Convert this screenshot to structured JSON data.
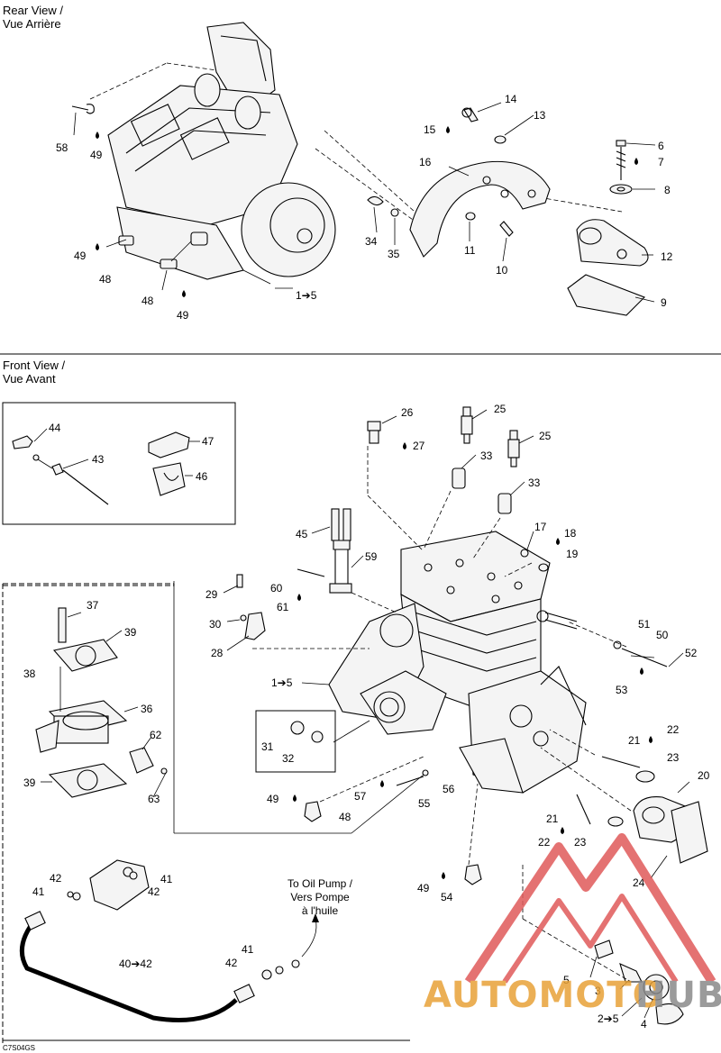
{
  "sections": {
    "rear_title": "Rear View /",
    "rear_subtitle": "Vue Arrière",
    "front_title": "Front View /",
    "front_subtitle": "Vue Avant"
  },
  "oil_pump_note": {
    "line1": "To Oil Pump /",
    "line2": "Vers Pompe",
    "line3": "à l'huile"
  },
  "drawing_code": "C7S04GS",
  "watermark": {
    "word_a": "AUTOMOTO",
    "word_b": "HUB",
    "color_main": "#e8a238",
    "color_tri": "#e05a5a",
    "color_b": "#8a8a8a"
  },
  "callouts": {
    "c58": "58",
    "c49a": "49",
    "c49b": "49",
    "c48a": "48",
    "c48b": "48",
    "c49c": "49",
    "c1to5a": "1➔5",
    "c14": "14",
    "c13": "13",
    "c15": "15",
    "c16": "16",
    "c34": "34",
    "c35": "35",
    "c11": "11",
    "c10": "10",
    "c6": "6",
    "c7": "7",
    "c8": "8",
    "c12": "12",
    "c9": "9",
    "c44": "44",
    "c47": "47",
    "c43": "43",
    "c46": "46",
    "c26": "26",
    "c27": "27",
    "c25a": "25",
    "c25b": "25",
    "c33a": "33",
    "c33b": "33",
    "c17": "17",
    "c18": "18",
    "c19": "19",
    "c45": "45",
    "c59": "59",
    "c29": "29",
    "c60": "60",
    "c61": "61",
    "c30": "30",
    "c28": "28",
    "c1to5b": "1➔5",
    "c51": "51",
    "c50": "50",
    "c52": "52",
    "c53": "53",
    "c37": "37",
    "c39a": "39",
    "c38": "38",
    "c36": "36",
    "c62": "62",
    "c39b": "39",
    "c63": "63",
    "c31": "31",
    "c32": "32",
    "c21a": "21",
    "c22a": "22",
    "c23a": "23",
    "c20": "20",
    "c57": "57",
    "c56": "56",
    "c55": "55",
    "c49d": "49",
    "c48c": "48",
    "c21b": "21",
    "c22b": "22",
    "c23b": "23",
    "c24": "24",
    "c42a": "42",
    "c41a": "41",
    "c41b": "41",
    "c42b": "42",
    "c49e": "49",
    "c54": "54",
    "c40to42": "40➔42",
    "c41c": "41",
    "c42c": "42",
    "c5": "5",
    "c3": "3",
    "c2to5": "2➔5",
    "c4": "4"
  }
}
